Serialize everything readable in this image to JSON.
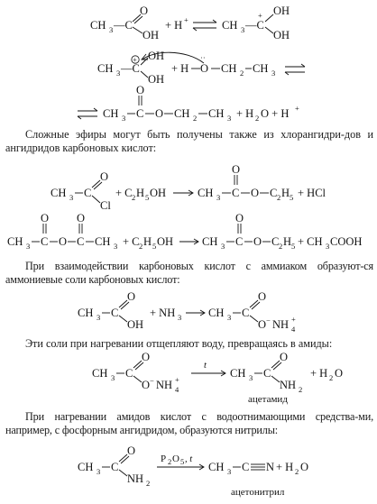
{
  "equations": {
    "eq1": {
      "left_ch": "CH",
      "left_sub": "3",
      "left_dash": "—C",
      "left_oh": "OH",
      "plus_h": "+ H",
      "plus_sup": "+",
      "right_ch": "CH",
      "right_sub": "3",
      "right_dash": "—C",
      "right_oh1": "OH",
      "right_oh2": "OH",
      "right_plus": "+"
    },
    "eq2": {
      "ch": "CH",
      "ch_sub": "3",
      "dash": "—C",
      "oh1": "OH",
      "oh2": "OH",
      "plus_sup": "+",
      "reagent_plus": "+ H",
      "reagent_o": "O",
      "reagent_dots": "··",
      "reagent_tail": "CH",
      "reagent_tail2": "CH",
      "sub2": "2",
      "sub3": "3"
    },
    "eq3": {
      "ch": "CH",
      "ch_sub": "3",
      "mid": "C",
      "o": "O",
      "ch2": "CH",
      "ch2_sub": "2",
      "ch3": "CH",
      "ch3_sub": "3",
      "products": "+ H",
      "h2o_sub": "2",
      "products_tail": "O + H",
      "plus_sup": "+",
      "dbl_o": "O"
    },
    "eq4": {
      "ch": "CH",
      "ch_sub": "3",
      "c": "C",
      "o": "O",
      "cl": "Cl",
      "plus": "+ C",
      "c_sub": "2",
      "h": "H",
      "h_sub": "5",
      "oh": "OH",
      "p_ch": "CH",
      "p_ch_sub": "3",
      "p_c": "C",
      "p_o_top": "O",
      "p_o": "O",
      "p_c2": "C",
      "p_c2_sub": "2",
      "p_h": "H",
      "p_h_sub": "5",
      "hcl": "+ HCl"
    },
    "eq5": {
      "ch": "CH",
      "ch_sub": "3",
      "c": "C",
      "o_top": "O",
      "o": "O",
      "c2": "C",
      "o_top2": "O",
      "ch3b": "CH",
      "ch3b_sub": "3",
      "plus": "+ C",
      "c_sub": "2",
      "h": "H",
      "h_sub": "5",
      "oh": "OH",
      "p_ch": "CH",
      "p_ch_sub": "3",
      "p_c": "C",
      "p_o_top": "O",
      "p_o": "O",
      "p_c2": "C",
      "p_c2_sub": "2",
      "p_h": "H",
      "p_h_sub": "5",
      "acid": "+ CH",
      "acid_sub": "3",
      "acid_tail": "COOH"
    },
    "eq6": {
      "ch": "CH",
      "ch_sub": "3",
      "c": "C",
      "o": "O",
      "oh": "OH",
      "plus": "+ NH",
      "plus_sub": "3",
      "p_ch": "CH",
      "p_ch_sub": "3",
      "p_c": "C",
      "p_o": "O",
      "p_o2": "O",
      "p_nh": "NH",
      "p_nh_sub": "4",
      "minus": "−",
      "plus_sup": "+"
    },
    "eq7": {
      "ch": "CH",
      "ch_sub": "3",
      "c": "C",
      "o": "O",
      "o2": "O",
      "nh": "NH",
      "nh_sub": "4",
      "minus": "−",
      "plus_sup": "+",
      "t": "t",
      "p_ch": "CH",
      "p_ch_sub": "3",
      "p_c": "C",
      "p_o": "O",
      "p_nh": "NH",
      "p_nh_sub": "2",
      "water": "+ H",
      "water_sub": "2",
      "water_tail": "O",
      "name": "ацетамид"
    },
    "eq8": {
      "ch": "CH",
      "ch_sub": "3",
      "c": "C",
      "o": "O",
      "nh": "NH",
      "nh_sub": "2",
      "reagent": "P",
      "reagent_sub1": "2",
      "reagent_o": "O",
      "reagent_sub2": "5",
      "reagent_t": ", t",
      "p_ch": "CH",
      "p_ch_sub": "3",
      "p_c": "C",
      "p_n": "N",
      "water": "+ H",
      "water_sub": "2",
      "water_tail": "O",
      "name": "ацетонитрил"
    }
  },
  "paragraphs": {
    "p1": "Сложные эфиры могут быть получены также из хлорангидри-дов и ангидридов карбоновых кислот:",
    "p2": "При взаимодействии карбоновых кислот с аммиаком образуют-ся аммониевые соли карбоновых кислот:",
    "p3": "Эти соли при нагревании отщепляют воду, превращаясь в амиды:",
    "p4": "При нагревании амидов кислот с водоотнимающими средства-ми, например, с фосфорным ангидридом, образуются нитрилы:"
  }
}
